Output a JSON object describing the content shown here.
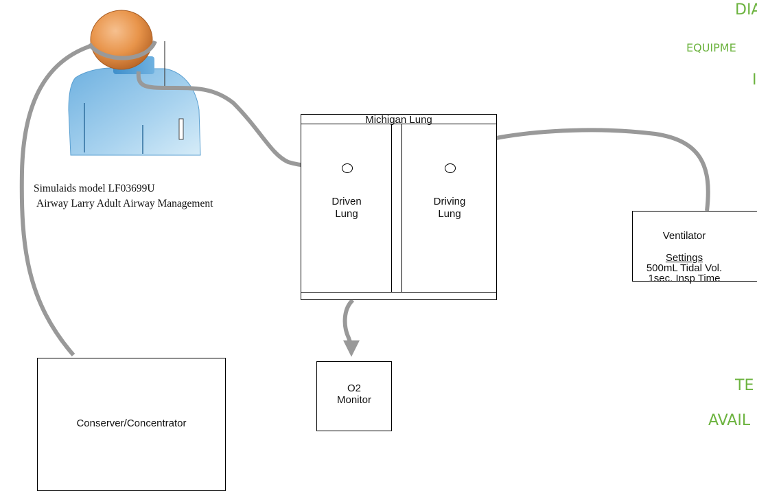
{
  "patient": {
    "model_line": "Simulaids model LF03699U",
    "name_line": "Airway Larry Adult Airway Management"
  },
  "michigan_lung": {
    "title": "Michigan Lung",
    "driven_line1": "Driven",
    "driven_line2": "Lung",
    "driving_line1": "Driving",
    "driving_line2": "Lung"
  },
  "ventilator": {
    "title": "Ventilator",
    "settings_label": "Settings",
    "setting_1": "500mL Tidal Vol.",
    "setting_2": "1sec. Insp Time"
  },
  "o2_monitor": {
    "line1": "O2",
    "line2": "Monitor"
  },
  "conserver": {
    "label": "Conserver/Concentrator"
  },
  "margin_text": {
    "top_right_1": "DIA",
    "top_right_2": "EQUIPME",
    "top_right_3": "I",
    "bottom_right_1": "TE",
    "bottom_right_2": "AVAIL"
  },
  "colors": {
    "tube": "#999999",
    "accent_text": "#6cb33f",
    "mannequin_body": "#8fc3e6",
    "mannequin_head": "#e8944a"
  }
}
